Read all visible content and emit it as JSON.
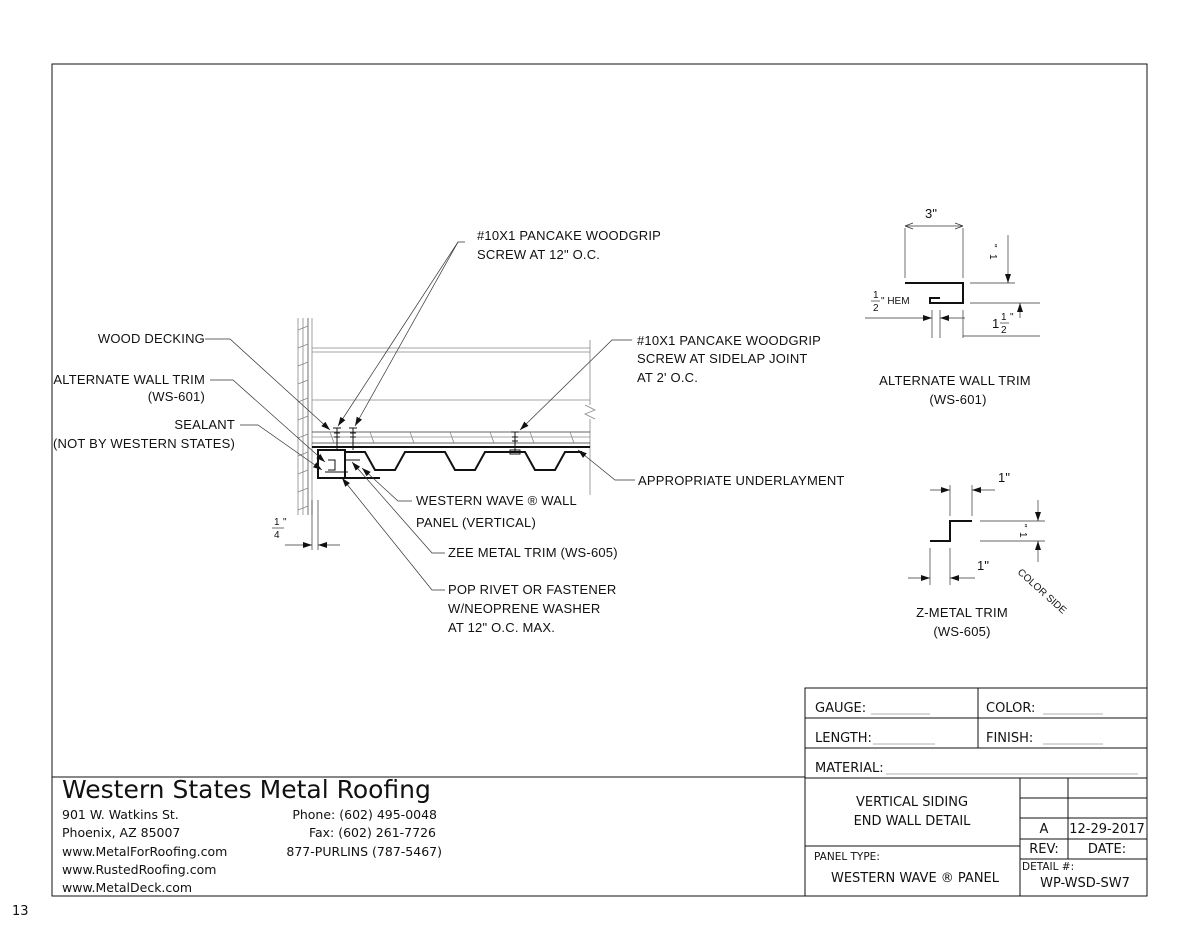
{
  "page_number": "13",
  "labels": {
    "screw_top_1": "#10X1 PANCAKE WOODGRIP",
    "screw_top_2": "SCREW AT 12\" O.C.",
    "screw_side_1": "#10X1 PANCAKE WOODGRIP",
    "screw_side_2": "SCREW AT SIDELAP JOINT",
    "screw_side_3": "AT 2' O.C.",
    "wood_decking": "WOOD DECKING",
    "alt_trim_1": "ALTERNATE WALL TRIM",
    "alt_trim_2": "(WS-601)",
    "sealant_1": "SEALANT",
    "sealant_2": "(NOT BY WESTERN STATES)",
    "underlayment": "APPROPRIATE UNDERLAYMENT",
    "panel_1": "WESTERN WAVE ® WALL",
    "panel_2": "PANEL (VERTICAL)",
    "zee_trim": "ZEE METAL TRIM (WS-605)",
    "rivet_1": "POP RIVET OR FASTENER",
    "rivet_2": "W/NEOPRENE WASHER",
    "rivet_3": "AT 12\" O.C. MAX.",
    "quarter_num": "1",
    "quarter_den": "4",
    "inch_mark": "\""
  },
  "detail_alt": {
    "dim_top": "3\"",
    "dim_right_num": "1",
    "dim_right_inch": "\"",
    "hem_num": "1",
    "hem_den": "2",
    "hem_text": "\" HEM",
    "dim_lower_whole": "1",
    "dim_lower_num": "1",
    "dim_lower_den": "2",
    "dim_lower_inch": "\"",
    "title_1": "ALTERNATE WALL TRIM",
    "title_2": "(WS-601)"
  },
  "detail_z": {
    "dim_top": "1\"",
    "dim_right_num": "1",
    "dim_right_inch": "\"",
    "dim_bottom": "1\"",
    "color_side": "COLOR SIDE",
    "title_1": "Z-METAL TRIM",
    "title_2": "(WS-605)"
  },
  "title_block": {
    "gauge_label": "GAUGE:",
    "color_label": "COLOR:",
    "length_label": "LENGTH:",
    "finish_label": "FINISH:",
    "material_label": "MATERIAL:",
    "drawing_title_1": "VERTICAL SIDING",
    "drawing_title_2": "END WALL DETAIL",
    "panel_type_label": "PANEL TYPE:",
    "panel_type_value": "WESTERN WAVE ® PANEL",
    "rev_value": "A",
    "date_value": "12-29-2017",
    "rev_label": "REV:",
    "date_label": "DATE:",
    "detail_label": "DETAIL #:",
    "detail_value": "WP-WSD-SW7"
  },
  "company": {
    "name": "Western States Metal Roofing",
    "street": "901 W. Watkins St.",
    "city": "Phoenix, AZ 85007",
    "web1": "www.MetalForRoofing.com",
    "web2": "www.RustedRoofing.com",
    "web3": "www.MetalDeck.com",
    "phone": "Phone: (602) 495-0048",
    "fax": "Fax: (602) 261-7726",
    "tollfree": "877-PURLINS (787-5467)"
  }
}
